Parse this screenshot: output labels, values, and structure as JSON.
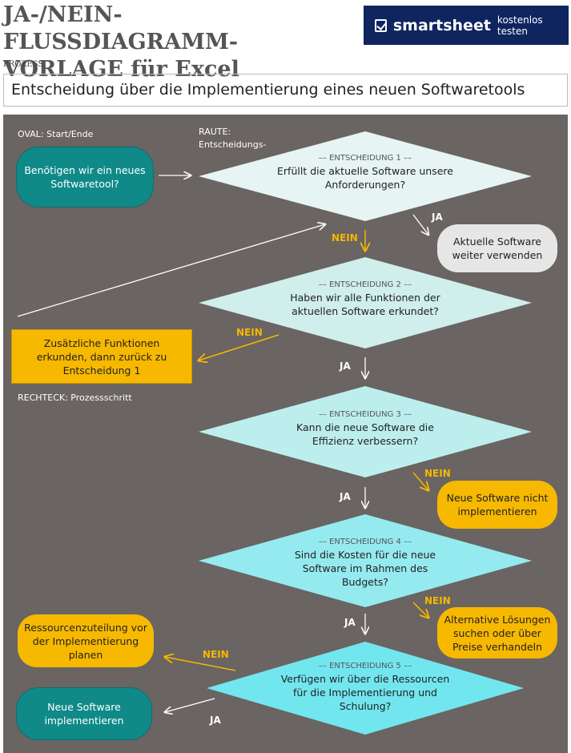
{
  "header": {
    "title": "JA-/NEIN-FLUSSDIAGRAMM-VORLAGE für Excel",
    "brand_name": "smartsheet",
    "brand_cta": "kostenlos testen",
    "section_label": "PROZESS",
    "heading": "Entscheidung über die Implementierung eines neuen Softwaretools"
  },
  "legend": {
    "oval": "OVAL: Start/Ende",
    "diamond_line1": "RAUTE:",
    "diamond_line2": "Entscheidungs-",
    "rect": "RECHTECK: Prozessschritt"
  },
  "start": "Benötigen wir ein neues Softwaretool?",
  "decisions": [
    {
      "label": "–– ENTSCHEIDUNG 1 ––",
      "text": "Erfüllt die aktuelle Software unsere Anforderungen?",
      "color": "#e6f4f3"
    },
    {
      "label": "–– ENTSCHEIDUNG 2 ––",
      "text": "Haben wir alle Funktionen der aktuellen Software erkundet?",
      "color": "#cfeeec"
    },
    {
      "label": "–– ENTSCHEIDUNG 3 ––",
      "text": "Kann die neue Software die Effizienz verbessern?",
      "color": "#bdeeee"
    },
    {
      "label": "–– ENTSCHEIDUNG 4 ––",
      "text": "Sind die Kosten für die neue Software im Rahmen des Budgets?",
      "color": "#95eaef"
    },
    {
      "label": "–– ENTSCHEIDUNG 5 ––",
      "text": "Verfügen wir über die Ressourcen für die Implementierung und Schulung?",
      "color": "#72e6ef"
    }
  ],
  "outcomes": {
    "keep_current": "Aktuelle Software weiter verwenden",
    "explore_features": "Zusätzliche Funktionen erkunden, dann zurück zu Entscheidung 1",
    "not_implement": "Neue Software nicht implementieren",
    "alternatives": "Alternative Lösungen suchen oder über Preise verhandeln",
    "plan_resources": "Ressourcenzuteilung vor der Implementierung planen",
    "implement": "Neue Software implementieren"
  },
  "yes_label": "JA",
  "no_label": "NEIN",
  "colors": {
    "panel": "#6a6462",
    "teal": "#0f8a88",
    "gold": "#f7b800",
    "arrow_gold": "#f5b800",
    "brand": "#0f2560"
  }
}
